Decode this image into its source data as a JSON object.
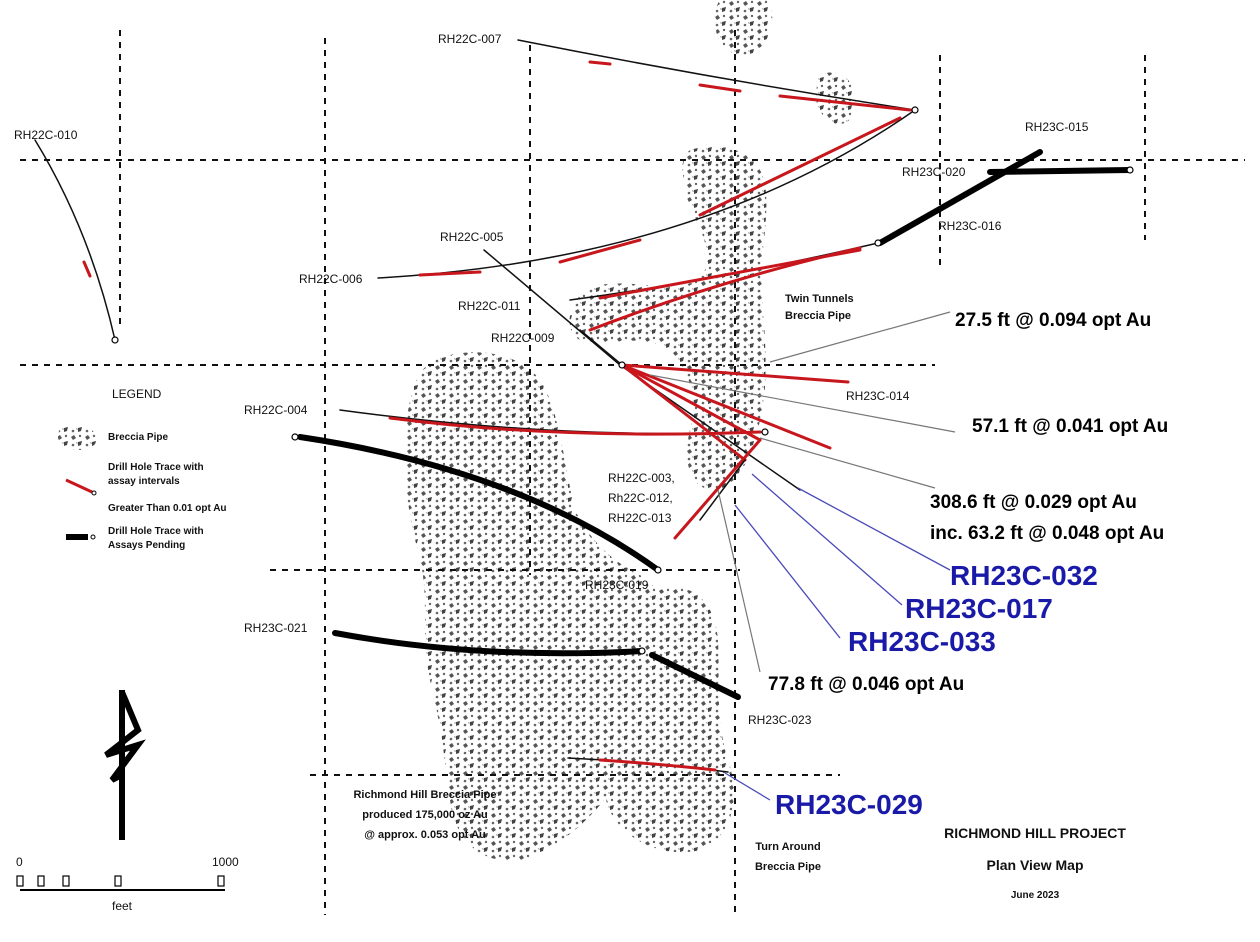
{
  "holes": {
    "rh22c_007": "RH22C-007",
    "rh22c_010": "RH22C-010",
    "rh23c_015": "RH23C-015",
    "rh23c_020": "RH23C-020",
    "rh23c_016": "RH23C-016",
    "rh22c_005": "RH22C-005",
    "rh22c_006": "RH22C-006",
    "rh22c_011": "RH22C-011",
    "rh22c_009": "RH22C-009",
    "rh22c_004": "RH22C-004",
    "rh23c_014": "RH23C-014",
    "rh22c_003_group": [
      "RH22C-003,",
      "Rh22C-012,",
      "RH22C-013"
    ],
    "rh23c_019": "RH23C-019",
    "rh23c_021": "RH23C-021",
    "rh23c_023": "RH23C-023"
  },
  "new_holes": {
    "rh23c_032": "RH23C-032",
    "rh23c_017": "RH23C-017",
    "rh23c_033": "RH23C-033",
    "rh23c_029": "RH23C-029"
  },
  "assays": {
    "a1": "27.5 ft @ 0.094 opt Au",
    "a2": "57.1 ft @ 0.041 opt Au",
    "a3_line1": "308.6 ft @ 0.029 opt Au",
    "a3_line2": "inc. 63.2 ft @ 0.048 opt Au",
    "a4": "77.8 ft @ 0.046 opt Au"
  },
  "features": {
    "twin_tunnels": [
      "Twin Tunnels",
      "Breccia Pipe"
    ],
    "richmond_hill": [
      "Richmond Hill Breccia Pipe",
      "produced 175,000 oz Au",
      "@ approx. 0.053 opt Au"
    ],
    "turn_around": [
      "Turn Around",
      "Breccia Pipe"
    ]
  },
  "legend": {
    "title": "LEGEND",
    "breccia": "Breccia Pipe",
    "red_trace": [
      "Drill Hole Trace with",
      "assay intervals",
      "Greater Than 0.01 opt Au"
    ],
    "black_trace": [
      "Drill Hole Trace with",
      "Assays Pending"
    ]
  },
  "project": {
    "name": "RICHMOND HILL PROJECT",
    "subtitle": "Plan View Map",
    "date": "June 2023"
  },
  "scale": {
    "start": "0",
    "end": "1000",
    "unit": "feet"
  },
  "colors": {
    "assay_red": "#c8161d",
    "new_hole_blue": "#1a1aa8",
    "pointer_blue": "#4a4ab8",
    "pending_black": "#000000"
  }
}
